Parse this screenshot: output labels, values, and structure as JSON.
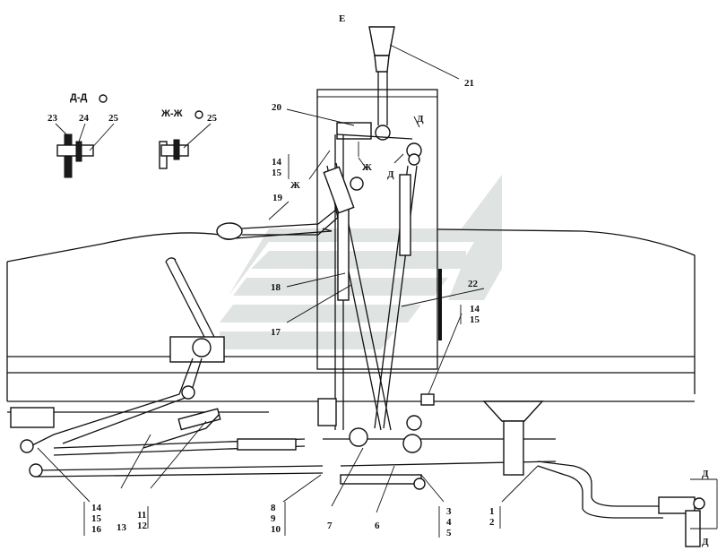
{
  "title_marker": "Е",
  "sections": {
    "dd": "Д-Д",
    "zhzh": "Ж-Ж"
  },
  "view_markers": {
    "d1": "Д",
    "d2": "Д",
    "d3": "Д",
    "d4": "Д",
    "zh1": "Ж",
    "zh2": "Ж"
  },
  "callouts": {
    "n1_2": [
      "1",
      "2"
    ],
    "n3_5": [
      "3",
      "4",
      "5"
    ],
    "n6": "6",
    "n7": "7",
    "n8_10": [
      "8",
      "9",
      "10"
    ],
    "n11_12": [
      "11",
      "12"
    ],
    "n13": "13",
    "n14_16": [
      "14",
      "15",
      "16"
    ],
    "n14_15_right": [
      "14",
      "15"
    ],
    "n14_15_top": [
      "14",
      "15"
    ],
    "n17": "17",
    "n18": "18",
    "n19": "19",
    "n20": "20",
    "n21": "21",
    "n22": "22",
    "n23": "23",
    "n24": "24",
    "n25a": "25",
    "n25b": "25"
  },
  "colors": {
    "line": "#111111",
    "watermark": "#dfe3e1",
    "background": "#ffffff"
  }
}
